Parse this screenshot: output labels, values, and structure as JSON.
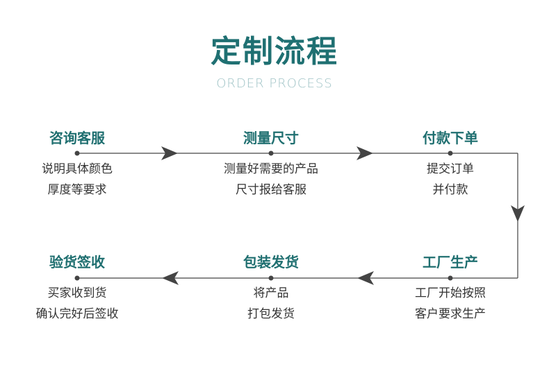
{
  "header": {
    "title": "定制流程",
    "subtitle": "ORDER PROCESS"
  },
  "steps": [
    {
      "title": "咨询客服",
      "lines": [
        "说明具体颜色",
        "厚度等要求"
      ]
    },
    {
      "title": "测量尺寸",
      "lines": [
        "测量好需要的产品",
        "尺寸报给客服"
      ]
    },
    {
      "title": "付款下单",
      "lines": [
        "提交订单",
        "并付款"
      ]
    },
    {
      "title": "工厂生产",
      "lines": [
        "工厂开始按照",
        "客户要求生产"
      ]
    },
    {
      "title": "包装发货",
      "lines": [
        "将产品",
        "打包发货"
      ]
    },
    {
      "title": "验货签收",
      "lines": [
        "买家收到货",
        "确认完好后签收"
      ]
    }
  ],
  "colors": {
    "title": "#1f7072",
    "subtitle": "#9fc3c6",
    "step_title": "#1f6f70",
    "text": "#333333",
    "line": "#444444"
  }
}
